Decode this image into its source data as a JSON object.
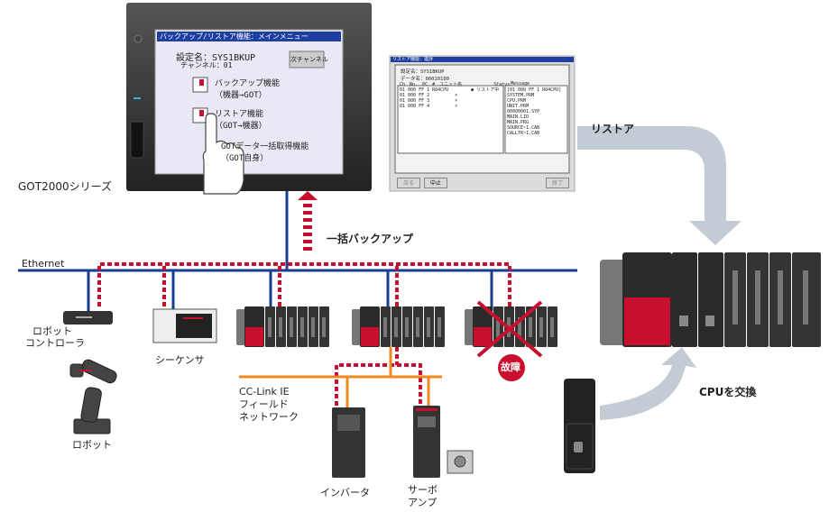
{
  "got_screen": {
    "title": "バックアップ/リストア機能：メインメニュー",
    "setting_name": "設定名：SYS1BKUP",
    "channel": "チャンネル：01",
    "next_channel_button": "次チャンネル",
    "backup_function": [
      "バックアップ機能",
      "（機器→GOT）"
    ],
    "restore_function": [
      "リストア機能",
      "（GOT→機器）"
    ],
    "bulk_function": [
      "GOTデータ一括取得機能",
      "（GOT自身）"
    ]
  },
  "restore_screen": {
    "title": "リストア機能：進捗",
    "setting_name": "設定名：SYS1BKUP",
    "data_name": "データ名：00010100",
    "columns": [
      "Ch No.",
      "PC",
      "#",
      "ユニット名",
      "Status"
    ],
    "rows": [
      [
        "01",
        "000",
        "FF",
        "1",
        "R04CPU",
        "●",
        "リストア中"
      ],
      [
        "01",
        "000",
        "FF",
        "2",
        "",
        "×",
        ""
      ],
      [
        "01",
        "000",
        "FF",
        "3",
        "",
        "×",
        ""
      ],
      [
        "01",
        "000",
        "FF",
        "4",
        "",
        "×",
        ""
      ]
    ],
    "message_header": "Message",
    "messages": [
      "[01 000 FF 1 R04CPU]",
      "SYSTEM.PRM",
      "CPU.PRM",
      "UNIT.PRM",
      "00000001.SYP",
      "MAIN.LID",
      "MAIN.PRG",
      "SOURCE~1.CAB",
      "CALLTR~1.CAB"
    ],
    "buttons": [
      "戻る",
      "中止",
      "終了"
    ]
  },
  "labels": {
    "got_series": "GOT2000シリーズ",
    "bulk_backup": "一括バックアップ",
    "ethernet": "Ethernet",
    "robot_controller": [
      "ロボット",
      "コントローラ"
    ],
    "robot": "ロボット",
    "sequencer": "シーケンサ",
    "cc_link": [
      "CC-Link IE",
      "フィールド",
      "ネットワーク"
    ],
    "inverter": "インバータ",
    "servo": [
      "サーボ",
      "アンプ"
    ],
    "fault": "故障",
    "restore": "リストア",
    "cpu_replace": "CPUを交換"
  },
  "colors": {
    "ethernet": "#1a3d8f",
    "backup": "#c8102e",
    "cclink": "#f08a1c",
    "arrow": "#c3ccd4"
  }
}
